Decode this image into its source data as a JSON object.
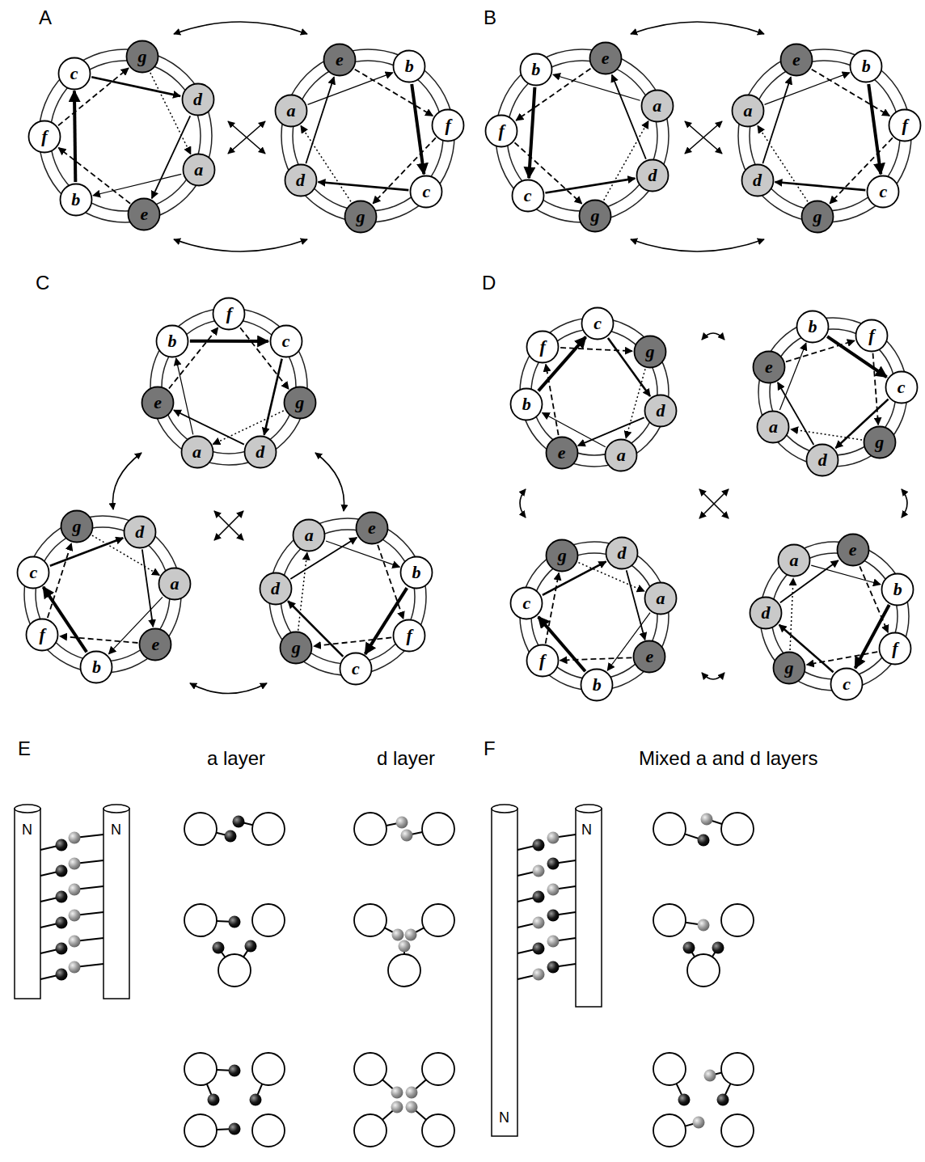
{
  "diagram": {
    "nodes": [
      {
        "text": [
          "a"
        ]
      },
      {
        "text": [
          "b"
        ]
      },
      {
        "text": [
          "c"
        ]
      },
      {
        "text": [
          "d"
        ]
      },
      {
        "text": [
          "e"
        ]
      },
      {
        "text": [
          "f"
        ]
      },
      {
        "text": [
          "g"
        ]
      },
      {
        "text": [
          "a"
        ]
      },
      {
        "text": [
          "b"
        ]
      },
      {
        "text": [
          "c"
        ]
      },
      {
        "text": [
          "d"
        ]
      },
      {
        "text": [
          "e"
        ]
      },
      {
        "text": [
          "f"
        ]
      },
      {
        "text": [
          "g"
        ]
      },
      {
        "text": [
          "a"
        ]
      },
      {
        "text": [
          "b"
        ]
      },
      {
        "text": [
          "c"
        ]
      },
      {
        "text": [
          "d"
        ]
      },
      {
        "text": [
          "e"
        ]
      },
      {
        "text": [
          "f"
        ]
      },
      {
        "text": [
          "g"
        ]
      },
      {
        "text": [
          "a"
        ]
      },
      {
        "text": [
          "b"
        ]
      },
      {
        "text": [
          "c"
        ]
      },
      {
        "text": [
          "d"
        ]
      },
      {
        "text": [
          "e"
        ]
      },
      {
        "text": [
          "f"
        ]
      },
      {
        "text": [
          "g"
        ]
      },
      {
        "text": [
          "a"
        ]
      },
      {
        "text": [
          "b"
        ]
      },
      {
        "text": [
          "c"
        ]
      },
      {
        "text": [
          "d"
        ]
      },
      {
        "text": [
          "e"
        ]
      },
      {
        "text": [
          "f"
        ]
      },
      {
        "text": [
          "g"
        ]
      },
      {
        "text": [
          "a"
        ]
      },
      {
        "text": [
          "b"
        ]
      },
      {
        "text": [
          "c"
        ]
      },
      {
        "text": [
          "d"
        ]
      },
      {
        "text": [
          "e"
        ]
      },
      {
        "text": [
          "f"
        ]
      },
      {
        "text": [
          "g"
        ]
      },
      {
        "text": [
          "a"
        ]
      },
      {
        "text": [
          "b"
        ]
      },
      {
        "text": [
          "c"
        ]
      },
      {
        "text": [
          "d"
        ]
      },
      {
        "text": [
          "e"
        ]
      },
      {
        "text": [
          "f"
        ]
      },
      {
        "text": [
          "g"
        ]
      },
      {
        "text": [
          "a"
        ]
      },
      {
        "text": [
          "b"
        ]
      },
      {
        "text": [
          "c"
        ]
      },
      {
        "text": [
          "d"
        ]
      },
      {
        "text": [
          "e"
        ]
      },
      {
        "text": [
          "f"
        ]
      },
      {
        "text": [
          "g"
        ]
      },
      {
        "text": [
          "a"
        ]
      },
      {
        "text": [
          "b"
        ]
      },
      {
        "text": [
          "c"
        ]
      },
      {
        "text": [
          "d"
        ]
      },
      {
        "text": [
          "e"
        ]
      },
      {
        "text": [
          "f"
        ]
      },
      {
        "text": [
          "g"
        ]
      },
      {
        "text": [
          "a"
        ]
      },
      {
        "text": [
          "b"
        ]
      },
      {
        "text": [
          "c"
        ]
      },
      {
        "text": [
          "d"
        ]
      },
      {
        "text": [
          "e"
        ]
      },
      {
        "text": [
          "f"
        ]
      },
      {
        "text": [
          "g"
        ]
      },
      {
        "text": [
          "a"
        ]
      },
      {
        "text": [
          "b"
        ]
      },
      {
        "text": [
          "c"
        ]
      },
      {
        "text": [
          "d"
        ]
      },
      {
        "text": [
          "e"
        ]
      },
      {
        "text": [
          "f"
        ]
      },
      {
        "text": [
          "g"
        ]
      }
    ],
    "edges": [
      {
        "from": 0,
        "to": 1,
        "arrow": "to"
      },
      {
        "from": 1,
        "to": 2,
        "arrow": "to"
      },
      {
        "from": 2,
        "to": 3,
        "arrow": "to"
      },
      {
        "from": 3,
        "to": 4,
        "arrow": "to"
      },
      {
        "from": 4,
        "to": 5,
        "arrow": "to"
      },
      {
        "from": 5,
        "to": 6,
        "arrow": "to"
      },
      {
        "from": 6,
        "to": 0,
        "arrow": "to"
      },
      {
        "from": 7,
        "to": 8,
        "arrow": "to"
      },
      {
        "from": 8,
        "to": 9,
        "arrow": "to"
      },
      {
        "from": 9,
        "to": 10,
        "arrow": "to"
      },
      {
        "from": 10,
        "to": 11,
        "arrow": "to"
      },
      {
        "from": 11,
        "to": 12,
        "arrow": "to"
      },
      {
        "from": 12,
        "to": 13,
        "arrow": "to"
      },
      {
        "from": 13,
        "to": 7,
        "arrow": "to"
      },
      {
        "from": 14,
        "to": 15,
        "arrow": "to"
      },
      {
        "from": 15,
        "to": 16,
        "arrow": "to"
      },
      {
        "from": 16,
        "to": 17,
        "arrow": "to"
      },
      {
        "from": 17,
        "to": 18,
        "arrow": "to"
      },
      {
        "from": 18,
        "to": 19,
        "arrow": "to"
      },
      {
        "from": 19,
        "to": 20,
        "arrow": "to"
      },
      {
        "from": 20,
        "to": 14,
        "arrow": "to"
      },
      {
        "from": 21,
        "to": 22,
        "arrow": "to"
      },
      {
        "from": 22,
        "to": 23,
        "arrow": "to"
      },
      {
        "from": 23,
        "to": 24,
        "arrow": "to"
      },
      {
        "from": 24,
        "to": 25,
        "arrow": "to"
      },
      {
        "from": 25,
        "to": 26,
        "arrow": "to"
      },
      {
        "from": 26,
        "to": 27,
        "arrow": "to"
      },
      {
        "from": 27,
        "to": 21,
        "arrow": "to"
      },
      {
        "from": 28,
        "to": 29,
        "arrow": "to"
      },
      {
        "from": 29,
        "to": 30,
        "arrow": "to"
      },
      {
        "from": 30,
        "to": 31,
        "arrow": "to"
      },
      {
        "from": 31,
        "to": 32,
        "arrow": "to"
      },
      {
        "from": 32,
        "to": 33,
        "arrow": "to"
      },
      {
        "from": 33,
        "to": 34,
        "arrow": "to"
      },
      {
        "from": 34,
        "to": 28,
        "arrow": "to"
      },
      {
        "from": 35,
        "to": 36,
        "arrow": "to"
      },
      {
        "from": 36,
        "to": 37,
        "arrow": "to"
      },
      {
        "from": 37,
        "to": 38,
        "arrow": "to"
      },
      {
        "from": 38,
        "to": 39,
        "arrow": "to"
      },
      {
        "from": 39,
        "to": 40,
        "arrow": "to"
      },
      {
        "from": 40,
        "to": 41,
        "arrow": "to"
      },
      {
        "from": 41,
        "to": 35,
        "arrow": "to"
      },
      {
        "from": 42,
        "to": 43,
        "arrow": "to"
      },
      {
        "from": 43,
        "to": 44,
        "arrow": "to"
      },
      {
        "from": 44,
        "to": 45,
        "arrow": "to"
      },
      {
        "from": 45,
        "to": 46,
        "arrow": "to"
      },
      {
        "from": 46,
        "to": 47,
        "arrow": "to"
      },
      {
        "from": 47,
        "to": 48,
        "arrow": "to"
      },
      {
        "from": 48,
        "to": 42,
        "arrow": "to"
      },
      {
        "from": 49,
        "to": 50,
        "arrow": "to"
      },
      {
        "from": 50,
        "to": 51,
        "arrow": "to"
      },
      {
        "from": 51,
        "to": 52,
        "arrow": "to"
      },
      {
        "from": 52,
        "to": 53,
        "arrow": "to"
      },
      {
        "from": 53,
        "to": 54,
        "arrow": "to"
      },
      {
        "from": 54,
        "to": 55,
        "arrow": "to"
      },
      {
        "from": 55,
        "to": 49,
        "arrow": "to"
      },
      {
        "from": 56,
        "to": 57,
        "arrow": "to"
      },
      {
        "from": 57,
        "to": 58,
        "arrow": "to"
      },
      {
        "from": 58,
        "to": 59,
        "arrow": "to"
      },
      {
        "from": 59,
        "to": 60,
        "arrow": "to"
      },
      {
        "from": 60,
        "to": 61,
        "arrow": "to"
      },
      {
        "from": 61,
        "to": 62,
        "arrow": "to"
      },
      {
        "from": 62,
        "to": 56,
        "arrow": "to"
      },
      {
        "from": 63,
        "to": 64,
        "arrow": "to"
      },
      {
        "from": 64,
        "to": 65,
        "arrow": "to"
      },
      {
        "from": 65,
        "to": 66,
        "arrow": "to"
      },
      {
        "from": 66,
        "to": 67,
        "arrow": "to"
      },
      {
        "from": 67,
        "to": 68,
        "arrow": "to"
      },
      {
        "from": 68,
        "to": 69,
        "arrow": "to"
      },
      {
        "from": 69,
        "to": 63,
        "arrow": "to"
      },
      {
        "from": 70,
        "to": 71,
        "arrow": "to"
      },
      {
        "from": 71,
        "to": 72,
        "arrow": "to"
      },
      {
        "from": 72,
        "to": 73,
        "arrow": "to"
      },
      {
        "from": 73,
        "to": 74,
        "arrow": "to"
      },
      {
        "from": 74,
        "to": 75,
        "arrow": "to"
      },
      {
        "from": 75,
        "to": 76,
        "arrow": "to"
      },
      {
        "from": 76,
        "to": 70,
        "arrow": "to"
      }
    ],
    "labels": [
      "A",
      "B",
      "C",
      "D",
      "E",
      "a layer",
      "d layer",
      "F",
      "Mixed a and d layers",
      "N",
      "N",
      "N",
      "N"
    ]
  }
}
